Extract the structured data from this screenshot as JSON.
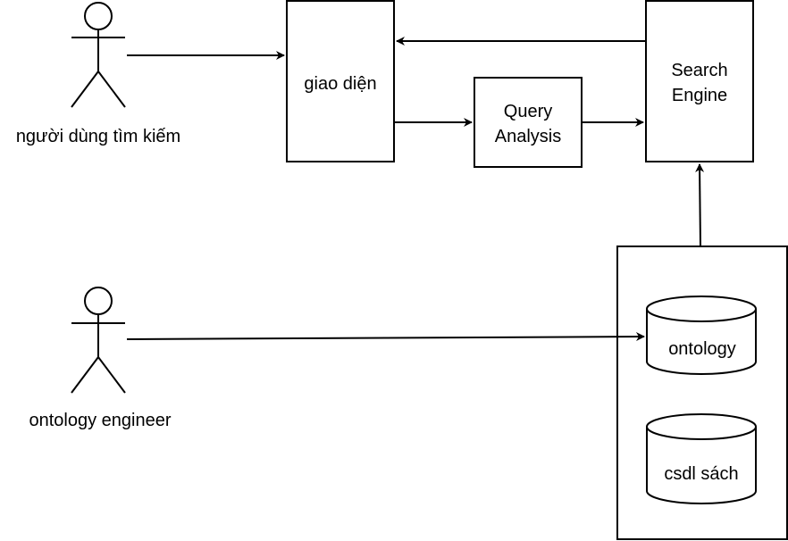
{
  "actors": {
    "searcher": {
      "label": "người dùng tìm kiếm"
    },
    "engineer": {
      "label": "ontology engineer"
    }
  },
  "nodes": {
    "ui": {
      "label": "giao diện"
    },
    "query_analysis": {
      "lines": [
        "Query",
        "Analysis"
      ]
    },
    "search_engine": {
      "lines": [
        "Search",
        "Engine"
      ]
    },
    "ontology_db": {
      "label": "ontology"
    },
    "books_db": {
      "label": "csdl sách"
    }
  },
  "colors": {
    "stroke": "#000000",
    "fill": "#ffffff"
  }
}
